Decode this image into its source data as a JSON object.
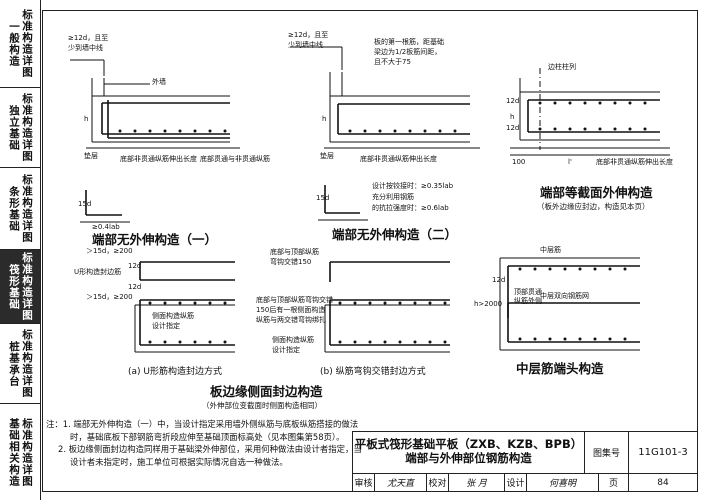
{
  "sidebar": {
    "tabs": [
      {
        "a": "一般构造",
        "b": "标准构造详图",
        "active": false
      },
      {
        "a": "独立基础",
        "b": "标准构造详图",
        "active": false
      },
      {
        "a": "条形基础",
        "b": "标准构造详图",
        "active": false
      },
      {
        "a": "筏形基础",
        "b": "标准构造详图",
        "active": true
      },
      {
        "a": "桩基承台",
        "b": "标准构造详图",
        "active": false
      },
      {
        "a": "基础相关构造",
        "b": "标准构造详图",
        "active": false
      }
    ]
  },
  "figures": {
    "fig1": {
      "caption": "端部无外伸构造（一）",
      "labels": {
        "l12d": "≥12d，且至",
        "lcenter": "少到墙中线",
        "outer_wall": "外墙",
        "h": "h",
        "pad": "垫层",
        "bottom_text": "底部非贯通纵筋伸出长度",
        "bottom_text2": "底部贯通与非贯通纵筋",
        "d15": "15d",
        "d04": "≥0.4lab"
      }
    },
    "fig2": {
      "caption": "端部无外伸构造（二）",
      "labels": {
        "l12d": "≥12d，且至",
        "lcenter": "少到墙中线",
        "n1": "板的第一根筋，距基础",
        "n2": "梁边为1/2板筋间距，",
        "n3": "且不大于75",
        "h": "h",
        "pad": "垫层",
        "bottom_text": "底部非贯通纵筋伸出长度",
        "d15": "15d",
        "design1": "设计按铰接时：≥0.35lab",
        "design2": "充分利用钢筋",
        "design3": "的抗拉强度时：≥0.6lab"
      }
    },
    "fig3": {
      "caption": "端部等截面外伸构造",
      "subcaption": "（板外边缘应封边，构造见本页）",
      "labels": {
        "edge": "边柱柱列",
        "d12a": "12d",
        "d12b": "12d",
        "h": "h",
        "b100": "100",
        "lp": "l'",
        "bottom_text": "底部非贯通纵筋伸出长度"
      }
    },
    "fig4a": {
      "caption": "(a)  U形筋构造封边方式",
      "labels": {
        "d15a": "＞15d，≥200",
        "ubar": "U形构造封边筋",
        "d12a": "12d",
        "d12b": "12d",
        "d15b": "＞15d，≥200",
        "side_bar": "侧面构造纵筋",
        "design": "设计指定"
      }
    },
    "fig4b": {
      "caption": "(b)  纵筋弯钩交错封边方式",
      "labels": {
        "top1": "底部与顶部纵筋",
        "top2": "弯钩交错150",
        "m1": "底部与顶部纵筋弯钩交错",
        "m2": "150后有一根侧面构造",
        "m3": "纵筋与两交错弯钩绑扎",
        "s1": "侧面构造纵筋",
        "s2": "设计指定"
      }
    },
    "fig4": {
      "caption": "板边缘侧面封边构造",
      "subcaption": "（外伸部位变截面时侧面构造相同）"
    },
    "fig5": {
      "caption": "中层筋端头构造",
      "labels": {
        "mid": "中层筋",
        "mid2": "中层双向钢筋网",
        "hd": "h>2000",
        "d12": "12d",
        "fb1": "顶部贯通",
        "fb2": "纵筋外侧"
      }
    }
  },
  "notes": {
    "line1": "注：1. 端部无外伸构造（一）中，当设计指定采用墙外侧纵筋与底板纵筋搭接的做法",
    "line2": "时，基础底板下部钢筋弯折段应伸至基础顶面标高处（见本图集第58页）。",
    "line3": "2. 板边缘侧面封边构造同样用于基础梁外伸部位，采用何种做法由设计者指定，当",
    "line4": "设计者未指定时，施工单位可根据实际情况自选一种做法。"
  },
  "title_block": {
    "title1": "平板式筏形基础平板（ZXB、KZB、BPB）",
    "title2": "端部与外伸部位钢筋构造",
    "atlas_label": "图集号",
    "atlas_no": "11G101-3",
    "review": "审核",
    "review_name": "尤天直",
    "check": "校对",
    "check_name": "张  月",
    "design": "设计",
    "design_name": "何喜明",
    "page_label": "页",
    "page_no": "84"
  }
}
